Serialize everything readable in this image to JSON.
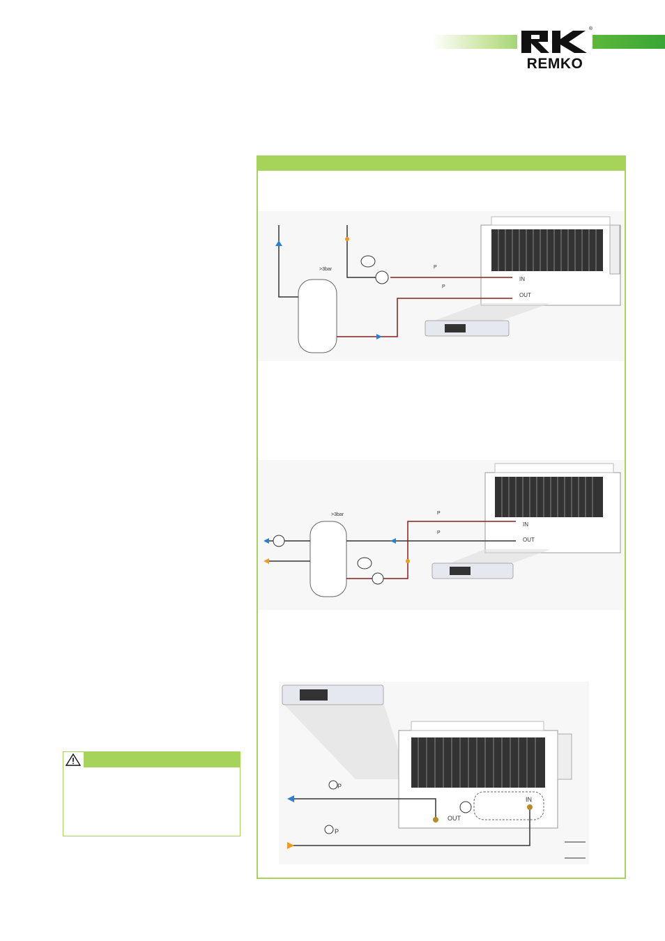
{
  "brand": {
    "name": "REMKO",
    "registered": "®"
  },
  "diagram_1": {
    "relief_label": ">3bar",
    "pressure_labels": [
      "P",
      "P"
    ],
    "inlet_label": "IN",
    "outlet_label": "OUT"
  },
  "diagram_2": {
    "relief_label": ">3bar",
    "pressure_labels": [
      "P",
      "P"
    ],
    "inlet_label": "IN",
    "outlet_label": "OUT"
  },
  "diagram_3": {
    "pressure_labels": [
      "P",
      "P"
    ],
    "inlet_label": "IN",
    "outlet_label": "OUT"
  },
  "colors": {
    "accent_green": "#a6d45a",
    "flow_blue": "#2a7fd1",
    "flow_orange": "#f39a1e"
  },
  "icons": [
    "warning-triangle-icon",
    "pump-icon",
    "valve-icon",
    "pressure-gauge-icon",
    "control-panel-icon",
    "expansion-vessel-icon"
  ]
}
